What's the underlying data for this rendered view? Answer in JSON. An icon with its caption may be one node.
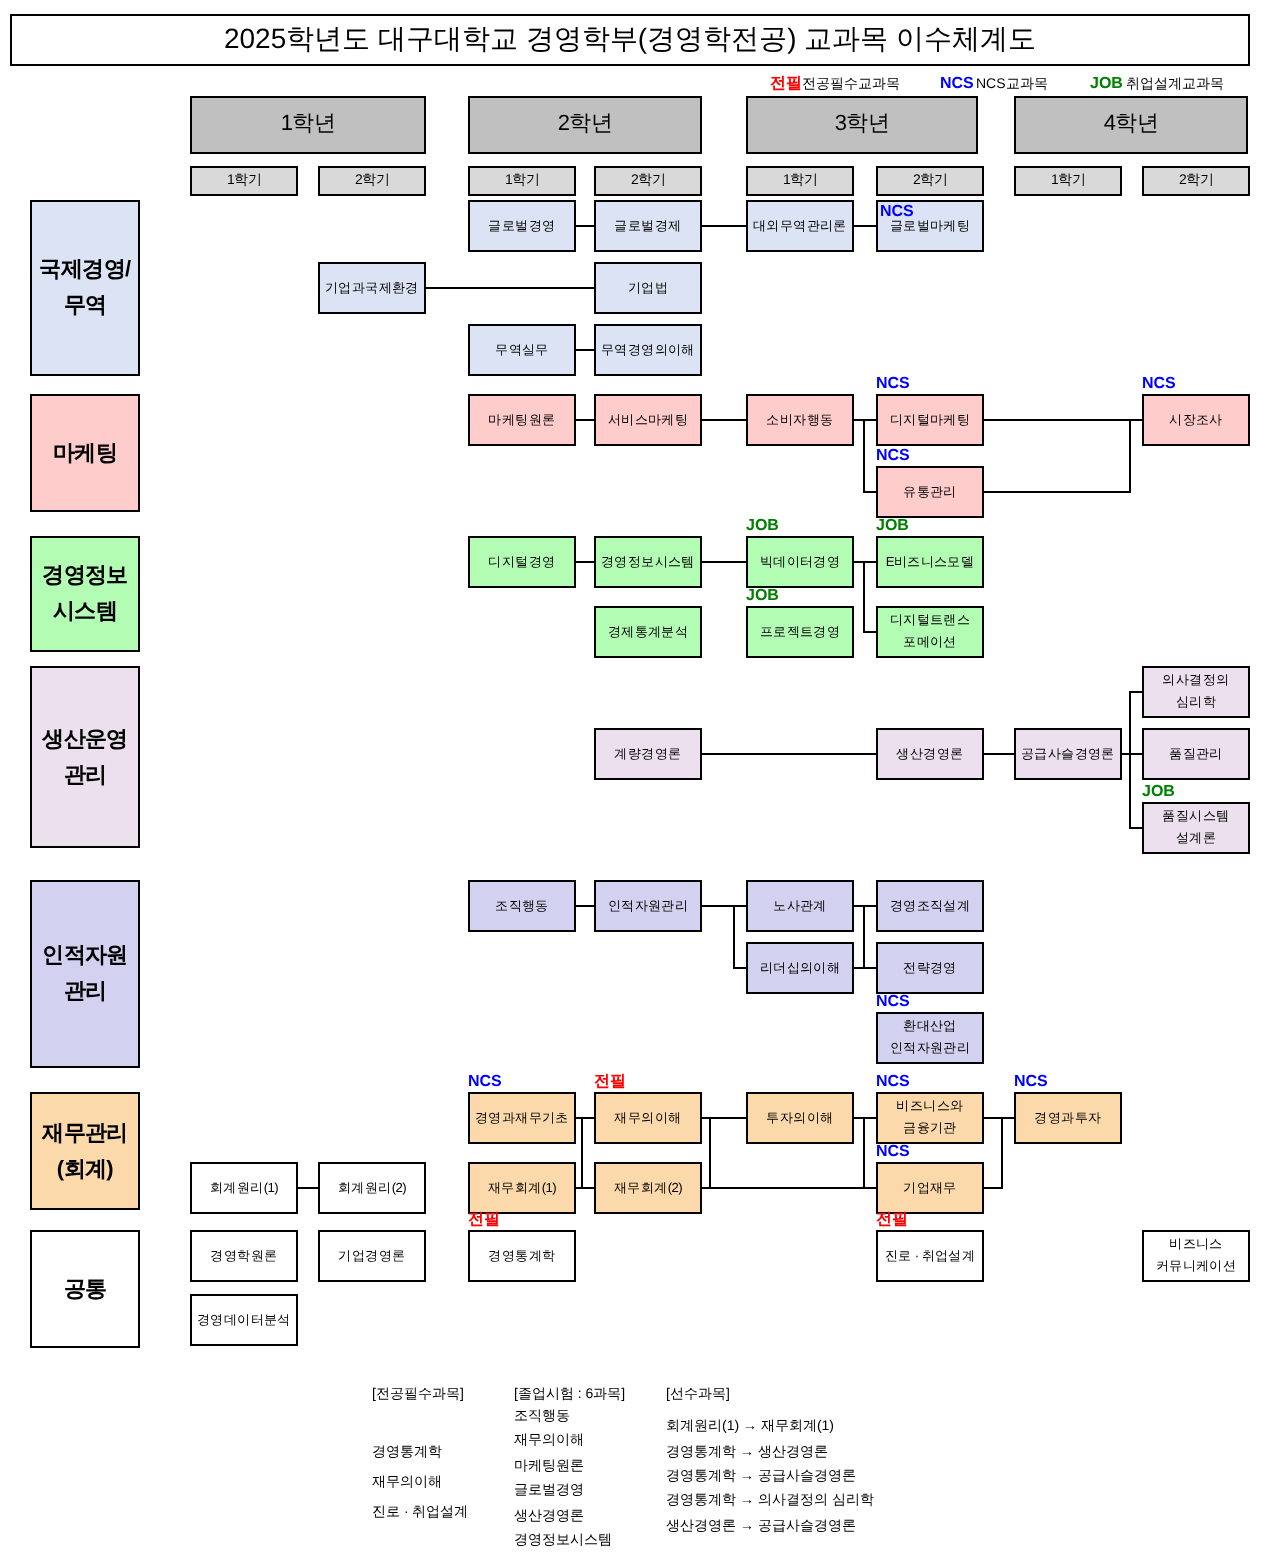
{
  "diagram": {
    "title": "2025학년도 대구대학교 경영학부(경영학전공) 교과목 이수체계도",
    "nodes": [
      {
        "text": [
          "1학년"
        ]
      },
      {
        "text": [
          "2학년"
        ]
      },
      {
        "text": [
          "3학년"
        ]
      },
      {
        "text": [
          "4학년"
        ]
      },
      {
        "text": [
          "1학기"
        ]
      },
      {
        "text": [
          "2학기"
        ]
      },
      {
        "text": [
          "1학기"
        ]
      },
      {
        "text": [
          "2학기"
        ]
      },
      {
        "text": [
          "1학기"
        ]
      },
      {
        "text": [
          "2학기"
        ]
      },
      {
        "text": [
          "1학기"
        ]
      },
      {
        "text": [
          "2학기"
        ]
      },
      {
        "text": [
          "국제경영/ 무역"
        ]
      },
      {
        "text": [
          "글로벌경영"
        ]
      },
      {
        "text": [
          "글로벌경제"
        ]
      },
      {
        "text": [
          "대외무역관리론"
        ]
      },
      {
        "text": [
          "NCS",
          "글로벌마케팅"
        ]
      },
      {
        "text": [
          "기업과국제환경"
        ]
      },
      {
        "text": [
          "기업법"
        ]
      },
      {
        "text": [
          "무역실무"
        ]
      },
      {
        "text": [
          "무역경영의이해"
        ]
      },
      {
        "text": [
          "마케팅"
        ]
      },
      {
        "text": [
          "마케팅원론"
        ]
      },
      {
        "text": [
          "서비스마케팅"
        ]
      },
      {
        "text": [
          "소비자행동"
        ]
      },
      {
        "text": [
          "디지털마케팅"
        ],
        "beside": [
          "NCS"
        ]
      },
      {
        "text": [
          "시장조사"
        ],
        "beside": [
          "NCS"
        ]
      },
      {
        "text": [
          "유통관리"
        ],
        "beside": [
          "NCS"
        ]
      },
      {
        "text": [
          "경영정보 시스템"
        ]
      },
      {
        "text": [
          "디지털경영"
        ]
      },
      {
        "text": [
          "경영정보시스템"
        ]
      },
      {
        "text": [
          "빅데이터경영"
        ],
        "beside": [
          "JOB"
        ]
      },
      {
        "text": [
          "E비즈니스모델"
        ],
        "beside": [
          "JOB"
        ]
      },
      {
        "text": [
          "경제통계분석"
        ]
      },
      {
        "text": [
          "프로젝트경영"
        ],
        "beside": [
          "JOB"
        ]
      },
      {
        "text": [
          "디지털트랜스 포메이션"
        ]
      },
      {
        "text": [
          "생산운영 관리"
        ]
      },
      {
        "text": [
          "의사결정의 심리학"
        ]
      },
      {
        "text": [
          "계량경영론"
        ]
      },
      {
        "text": [
          "생산경영론"
        ]
      },
      {
        "text": [
          "공급사슬경영론"
        ]
      },
      {
        "text": [
          "품질관리"
        ]
      },
      {
        "text": [
          "품질시스템 설계론"
        ],
        "beside": [
          "JOB"
        ]
      },
      {
        "text": [
          "인적자원 관리"
        ]
      },
      {
        "text": [
          "조직행동"
        ]
      },
      {
        "text": [
          "인적자원관리"
        ]
      },
      {
        "text": [
          "노사관계"
        ]
      },
      {
        "text": [
          "경영조직설계"
        ]
      },
      {
        "text": [
          "리더십의이해"
        ]
      },
      {
        "text": [
          "전략경영"
        ]
      },
      {
        "text": [
          "환대산업 인적자원관리"
        ],
        "beside": [
          "NCS"
        ]
      },
      {
        "text": [
          "재무관리 (회계)"
        ]
      },
      {
        "text": [
          "경영과재무기초"
        ],
        "beside": [
          "NCS"
        ]
      },
      {
        "text": [
          "재무의이해"
        ],
        "beside": [
          "전필"
        ]
      },
      {
        "text": [
          "투자의이해"
        ]
      },
      {
        "text": [
          "비즈니스와 금융기관"
        ],
        "beside": [
          "NCS"
        ]
      },
      {
        "text": [
          "경영과투자"
        ],
        "beside": [
          "NCS"
        ]
      },
      {
        "text": [
          "회계원리(1)"
        ]
      },
      {
        "text": [
          "회계원리(2)"
        ]
      },
      {
        "text": [
          "재무회계(1)"
        ]
      },
      {
        "text": [
          "재무회계(2)"
        ]
      },
      {
        "text": [
          "기업재무"
        ],
        "beside": [
          "NCS"
        ]
      },
      {
        "text": [
          "공통"
        ]
      },
      {
        "text": [
          "경영학원론"
        ]
      },
      {
        "text": [
          "기업경영론"
        ]
      },
      {
        "text": [
          "경영통계학"
        ],
        "beside": [
          "전필"
        ]
      },
      {
        "text": [
          "진로 · 취업설계"
        ],
        "beside": [
          "전필"
        ]
      },
      {
        "text": [
          "비즈니스 커뮤니케이션"
        ]
      },
      {
        "text": [
          "경영데이터분석"
        ]
      }
    ],
    "edges": [
      {
        "from": 13,
        "to": 14,
        "arrow": "none"
      },
      {
        "from": 14,
        "to": 15,
        "arrow": "none"
      },
      {
        "from": 15,
        "to": 16,
        "arrow": "none"
      },
      {
        "from": 17,
        "to": 18,
        "arrow": "none"
      },
      {
        "from": 19,
        "to": 20,
        "arrow": "none"
      },
      {
        "from": 22,
        "to": 23,
        "arrow": "none"
      },
      {
        "from": 23,
        "to": 24,
        "arrow": "none"
      },
      {
        "from": 24,
        "to": 25,
        "arrow": "none"
      },
      {
        "from": 24,
        "to": 27,
        "arrow": "none"
      },
      {
        "from": 25,
        "to": 26,
        "arrow": "none"
      },
      {
        "from": 27,
        "to": 26,
        "arrow": "none"
      },
      {
        "from": 29,
        "to": 30,
        "arrow": "none"
      },
      {
        "from": 30,
        "to": 31,
        "arrow": "none"
      },
      {
        "from": 31,
        "to": 32,
        "arrow": "none"
      },
      {
        "from": 31,
        "to": 35,
        "arrow": "none"
      },
      {
        "from": 38,
        "to": 39,
        "arrow": "none"
      },
      {
        "from": 39,
        "to": 40,
        "arrow": "none"
      },
      {
        "from": 40,
        "to": 37,
        "arrow": "none"
      },
      {
        "from": 40,
        "to": 41,
        "arrow": "none"
      },
      {
        "from": 40,
        "to": 42,
        "arrow": "none"
      },
      {
        "from": 44,
        "to": 45,
        "arrow": "none"
      },
      {
        "from": 45,
        "to": 46,
        "arrow": "none"
      },
      {
        "from": 45,
        "to": 48,
        "arrow": "none"
      },
      {
        "from": 46,
        "to": 47,
        "arrow": "none"
      },
      {
        "from": 46,
        "to": 49,
        "arrow": "none"
      },
      {
        "from": 48,
        "to": 47,
        "arrow": "none"
      },
      {
        "from": 48,
        "to": 49,
        "arrow": "none"
      },
      {
        "from": 57,
        "to": 58,
        "arrow": "none"
      },
      {
        "from": 52,
        "to": 53,
        "arrow": "none"
      },
      {
        "from": 52,
        "to": 60,
        "arrow": "none"
      },
      {
        "from": 59,
        "to": 53,
        "arrow": "none"
      },
      {
        "from": 59,
        "to": 60,
        "arrow": "none"
      },
      {
        "from": 53,
        "to": 54,
        "arrow": "none"
      },
      {
        "from": 53,
        "to": 61,
        "arrow": "none"
      },
      {
        "from": 60,
        "to": 54,
        "arrow": "none"
      },
      {
        "from": 60,
        "to": 61,
        "arrow": "none"
      },
      {
        "from": 54,
        "to": 55,
        "arrow": "none"
      },
      {
        "from": 54,
        "to": 61,
        "arrow": "none"
      },
      {
        "from": 55,
        "to": 56,
        "arrow": "none"
      },
      {
        "from": 61,
        "to": 56,
        "arrow": "none"
      }
    ],
    "labels": [
      "전필",
      "NCS",
      "JOB",
      "[전공필수과목]",
      "경영통계학",
      "재무의이해",
      "진로 · 취업설계",
      "[졸업시험 : 6과목]",
      "조직행동",
      "재무의이해",
      "마케팅원론",
      "글로벌경영",
      "생산경영론",
      "경영정보시스템",
      "[선수과목]",
      "회계원리(1) → 재무회계(1)",
      "경영통계학 → 생산경영론",
      "경영통계학 → 공급사슬경영론",
      "경영통계학 → 의사결정의 심리학",
      "생산경영론 → 공급사슬경영론"
    ],
    "legend": [
      {
        "text": "전공필수교과목",
        "color": "#ff0000"
      },
      {
        "text": "NCS교과목",
        "color": "#0000ff"
      },
      {
        "text": "취업설계교과목",
        "color": "#008000"
      }
    ]
  }
}
